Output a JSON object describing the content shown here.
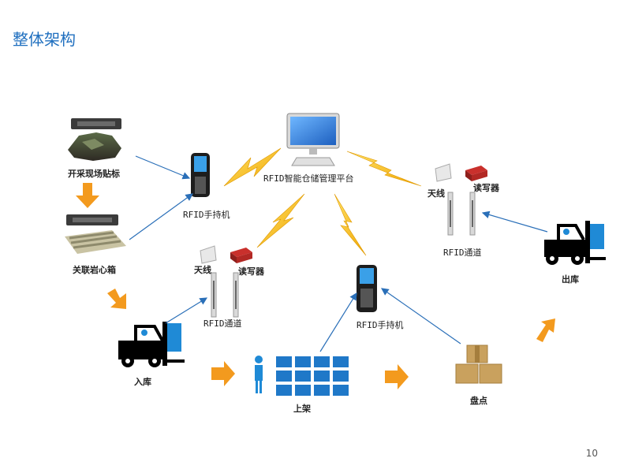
{
  "header": {
    "title": "整体架构"
  },
  "labels": {
    "site_tag": "开采现场贴标",
    "core_box": "关联岩心箱",
    "handheld_1": "RFID手持机",
    "platform": "RFID智能仓储管理平台",
    "antenna_1": "天线",
    "reader_1": "读写器",
    "channel_1": "RFID通道",
    "antenna_2": "天线",
    "reader_2": "读写器",
    "channel_2": "RFID通道",
    "handheld_2": "RFID手持机",
    "outbound": "出库",
    "inbound": "入库",
    "shelving": "上架",
    "inventory": "盘点"
  },
  "footer": {
    "page_number": "10"
  },
  "colors": {
    "accent_blue": "#1f6fbf",
    "arrow_orange": "#f39a1e",
    "lightning_yellow": "#f5c518",
    "line_blue": "#2a6fb8"
  }
}
